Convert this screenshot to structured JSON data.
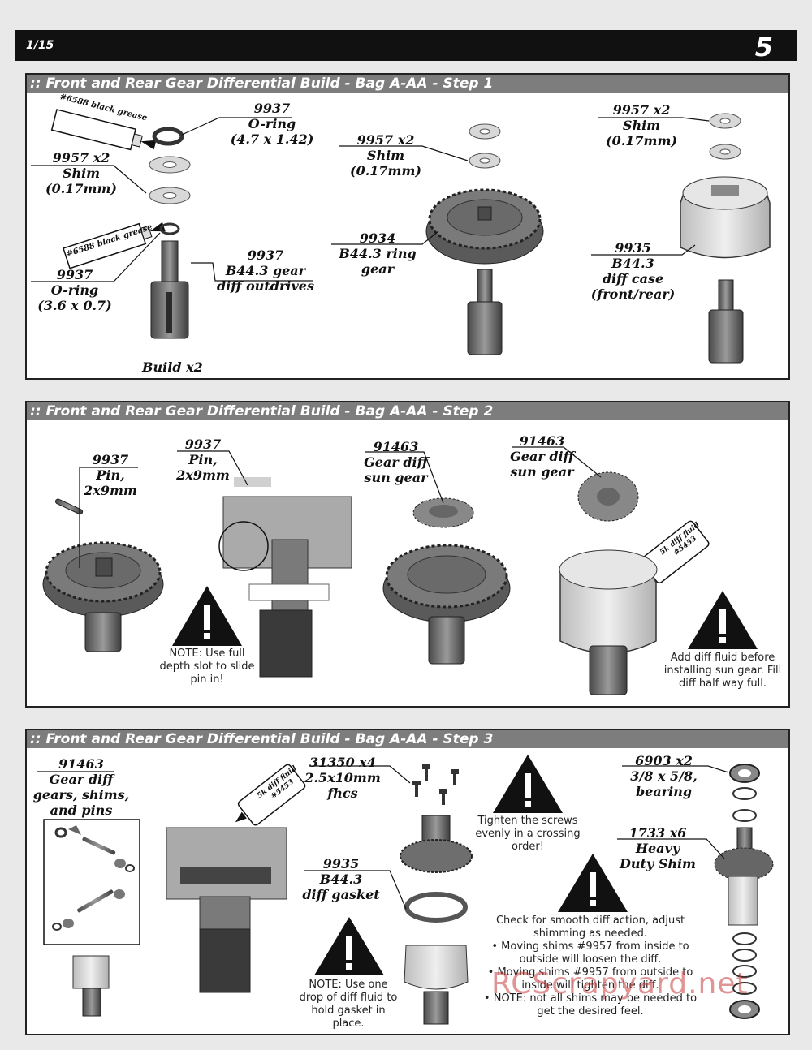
{
  "header": {
    "date": "1/15",
    "page": "5"
  },
  "steps": [
    {
      "title": ":: Front and Rear Gear Differential Build - Bag A-AA - Step 1"
    },
    {
      "title": ":: Front and Rear Gear Differential Build - Bag A-AA - Step 2"
    },
    {
      "title": ":: Front and Rear Gear Differential Build - Bag A-AA - Step 3"
    }
  ],
  "step1": {
    "grease_tube_1": "#6588 black grease",
    "grease_tube_2": "#6588 black grease",
    "oring_large": {
      "num": "9937",
      "name": "O-ring",
      "size": "(4.7 x 1.42)"
    },
    "shim_left": {
      "num": "9957",
      "qty": "x2",
      "name": "Shim",
      "size": "(0.17mm)"
    },
    "oring_small": {
      "num": "9937",
      "name": "O-ring",
      "size": "(3.6 x 0.7)"
    },
    "outdrives": {
      "num": "9937",
      "line1": "B44.3 gear",
      "line2": "diff outdrives"
    },
    "build": "Build x2",
    "shim_mid": {
      "num": "9957",
      "qty": "x2",
      "name": "Shim",
      "size": "(0.17mm)"
    },
    "ring_gear": {
      "num": "9934",
      "line1": "B44.3 ring",
      "line2": "gear"
    },
    "shim_right": {
      "num": "9957",
      "qty": "x2",
      "name": "Shim",
      "size": "(0.17mm)"
    },
    "diff_case": {
      "num": "9935",
      "line1": "B44.3",
      "line2": "diff case",
      "line3": "(front/rear)"
    }
  },
  "step2": {
    "pin_a": {
      "num": "9937",
      "name": "Pin,",
      "size": "2x9mm"
    },
    "pin_b": {
      "num": "9937",
      "name": "Pin,",
      "size": "2x9mm"
    },
    "sun_a": {
      "num": "91463",
      "line1": "Gear diff",
      "line2": "sun gear"
    },
    "sun_b": {
      "num": "91463",
      "line1": "Gear diff",
      "line2": "sun gear"
    },
    "fluid_bottle": "5k diff fluid #5453",
    "note_pin": "NOTE: Use full depth slot to slide pin in!",
    "note_fluid": "Add diff fluid before installing sun gear. Fill diff half way full."
  },
  "step3": {
    "gears_set": {
      "num": "91463",
      "line1": "Gear diff",
      "line2": "gears, shims,",
      "line3": "and pins"
    },
    "fluid_bottle": "5k diff fluid #5453",
    "screws": {
      "num": "31350",
      "qty": "x4",
      "line1": "2.5x10mm",
      "line2": "fhcs"
    },
    "gasket": {
      "num": "9935",
      "line1": "B44.3",
      "line2": "diff gasket"
    },
    "bearing": {
      "num": "6903",
      "qty": "x2",
      "line1": "3/8 x 5/8,",
      "line2": "bearing"
    },
    "heavy_shim": {
      "num": "1733",
      "qty": "x6",
      "line1": "Heavy",
      "line2": "Duty Shim"
    },
    "note_tighten": "Tighten the screws evenly in a crossing order!",
    "note_gasket": "NOTE: Use one drop of diff fluid to hold gasket in place.",
    "check_intro": "Check for smooth diff action, adjust shimming as needed.",
    "check_b1": "Moving shims #9957 from inside to outside will loosen the diff.",
    "check_b2": "Moving shims #9957 from outside to inside will tighten the diff.",
    "check_b3": "NOTE: not all shims may be needed to get the desired feel."
  },
  "watermark": "RCScrapyard.net"
}
